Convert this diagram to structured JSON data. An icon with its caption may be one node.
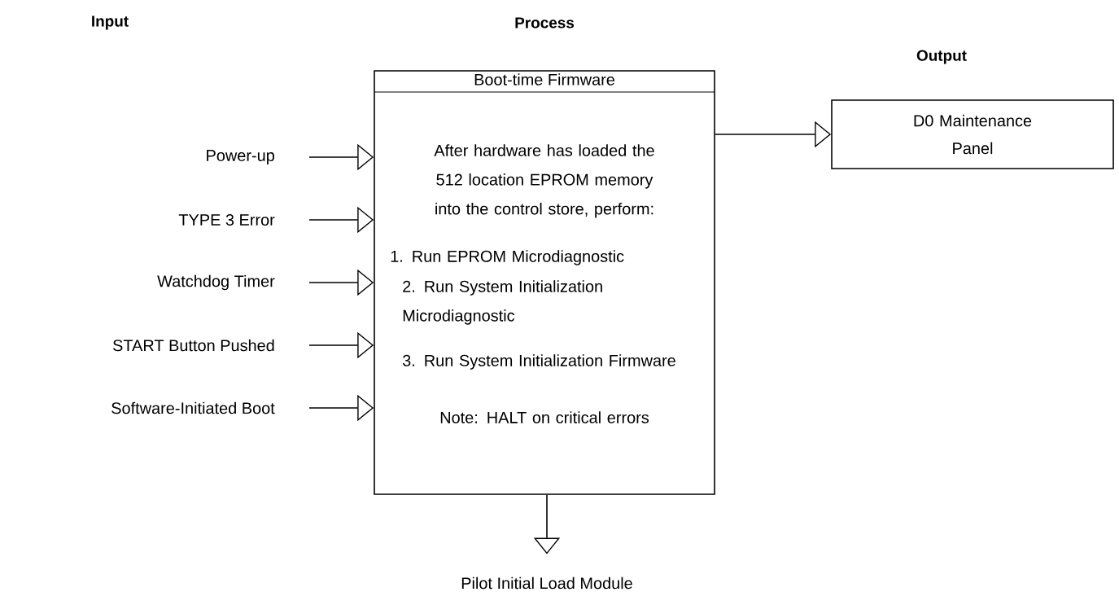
{
  "diagram": {
    "nodes": [
      {
        "text": [
          "Power-up"
        ]
      },
      {
        "text": [
          "TYPE 3 Error"
        ]
      },
      {
        "text": [
          "Watchdog Timer"
        ]
      },
      {
        "text": [
          "START Button Pushed"
        ]
      },
      {
        "text": [
          "Software-Initiated Boot"
        ]
      },
      {
        "text": [
          "Boot-time Firmware",
          "After hardware has loaded the 512 location EPROM memory into the control store, perform:",
          "1. Run EPROM Microdiagnostic",
          "2. Run System Initialization Microdiagnostic",
          "3. Run System Initialization Firmware",
          "Note: HALT on critical errors"
        ]
      },
      {
        "text": [
          "D0 Maintenance Panel"
        ]
      },
      {
        "text": [
          "Pilot Initial Load Module"
        ]
      }
    ],
    "edges": [
      {
        "from": 0,
        "to": 5,
        "arrow": "to"
      },
      {
        "from": 1,
        "to": 5,
        "arrow": "to"
      },
      {
        "from": 2,
        "to": 5,
        "arrow": "to"
      },
      {
        "from": 3,
        "to": 5,
        "arrow": "to"
      },
      {
        "from": 4,
        "to": 5,
        "arrow": "to"
      },
      {
        "from": 5,
        "to": 6,
        "arrow": "to"
      },
      {
        "from": 5,
        "to": 7,
        "arrow": "to"
      }
    ],
    "labels": [
      "Input",
      "Process",
      "Output"
    ]
  }
}
